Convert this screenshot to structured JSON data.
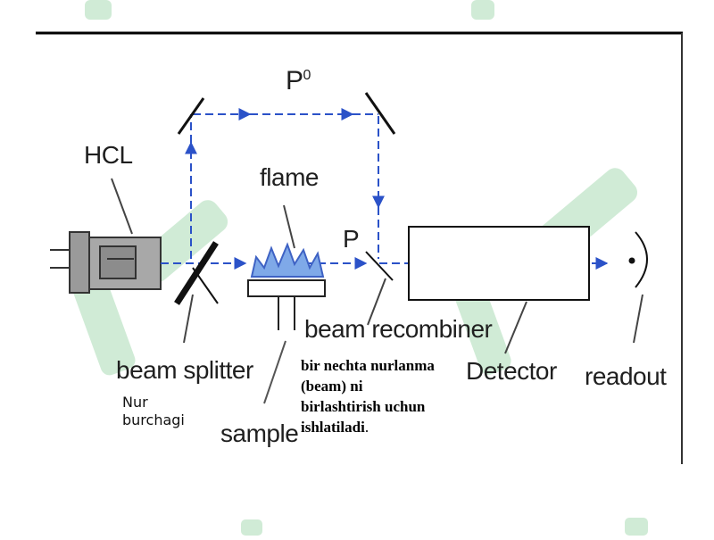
{
  "diagram": {
    "labels": {
      "p0_main": "P",
      "p0_sup": "0",
      "hcl": "HCL",
      "flame": "flame",
      "p": "P",
      "beam_recombiner": "beam recombiner",
      "beam_splitter": "beam splitter",
      "detector": "Detector",
      "readout": "readout",
      "sample": "sample"
    },
    "annotations": {
      "splitter_note_line1": "Nur",
      "splitter_note_line2": "burchagi",
      "recombiner_note_line1": "bir nechta nurlanma",
      "recombiner_note_line2": "(beam) ni",
      "recombiner_note_line3": "birlashtirish uchun",
      "recombiner_note_line4": "ishlatiladi",
      "recombiner_note_end": "."
    },
    "colors": {
      "beam": "#2b52c8",
      "ink": "#1f1f1f",
      "flame_fill": "#7fa9e8",
      "watermark": "#79c68a"
    }
  }
}
